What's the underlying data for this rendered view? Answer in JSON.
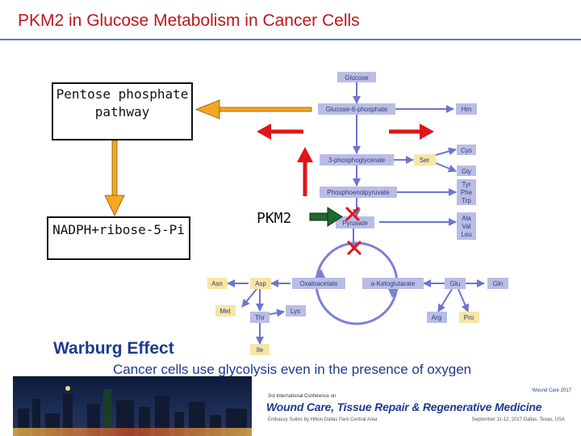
{
  "title": "PKM2 in Glucose Metabolism in Cancer Cells",
  "boxes": {
    "pentose": "Pentose phosphate pathway",
    "nadph": "NADPH+ribose-5-Pi"
  },
  "pkm2_label": "PKM2",
  "warburg_title": "Warburg Effect",
  "warburg_text": "Cancer cells use glycolysis even in the presence of oxygen",
  "metabolites": {
    "glucose": "Glucose",
    "g6p": "Glucose-6-phosphate",
    "hm": "Hm",
    "pg3": "3-phosphoglycerate",
    "ser": "Ser",
    "cys": "Cys",
    "gly": "Gly",
    "pep": "Phosphoenolpyruvate",
    "tyr": "Tyr",
    "phe": "Phe",
    "trp": "Trp",
    "pyruvate": "Pyruvate",
    "ala": "Ala",
    "val": "Val",
    "leu": "Leu",
    "asn": "Asn",
    "asp": "Asp",
    "oaa": "Oxaloacetate",
    "akg": "a-Ketoglutarate",
    "glu": "Glu",
    "gln": "Gln",
    "met": "Met",
    "thr": "Thr",
    "lys": "Lys",
    "arg": "Arg",
    "pro": "Pro",
    "ile": "Ile"
  },
  "banner": {
    "edition": "3rd International Conference on",
    "conf_title": "Wound Care, Tissue Repair & Regenerative Medicine",
    "tag": "Wound Care 2017",
    "venue": "Embassy Suites by Hilton Dallas Park Central Area",
    "date": "September 11-12, 2017 Dallas, Texas, USA"
  },
  "colors": {
    "title_red": "#c0161d",
    "text_blue": "#1d3a8f",
    "arrow_orange": "#f5a623",
    "arrow_red": "#e0141b",
    "met_box": "#b9bde6",
    "aa_box": "#f6e6a4",
    "cycle": "#7b80d8"
  }
}
